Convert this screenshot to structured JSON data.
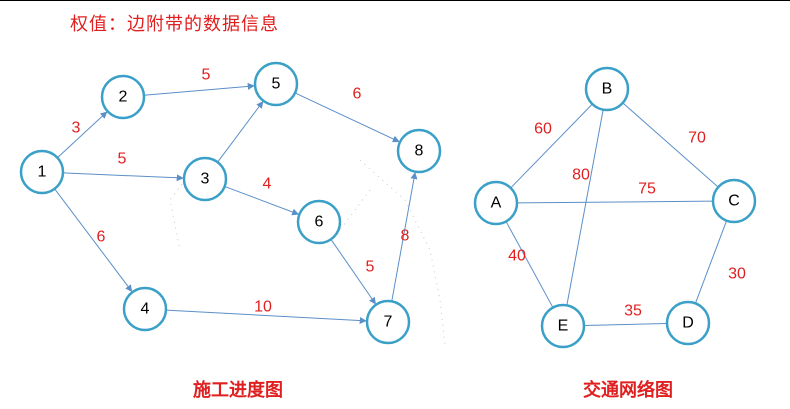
{
  "title": "权值：边附带的数据信息",
  "captions": {
    "left": "施工进度图",
    "right": "交通网络图"
  },
  "colors": {
    "node_stroke": "#3aa0c8",
    "edge": "#5b8fc8",
    "weight_text": "#e02020",
    "title_text": "#e02020"
  },
  "graphs": [
    {
      "name": "construction",
      "directed": true,
      "nodes": [
        {
          "id": "1",
          "label": "1"
        },
        {
          "id": "2",
          "label": "2"
        },
        {
          "id": "3",
          "label": "3"
        },
        {
          "id": "4",
          "label": "4"
        },
        {
          "id": "5",
          "label": "5"
        },
        {
          "id": "6",
          "label": "6"
        },
        {
          "id": "7",
          "label": "7"
        },
        {
          "id": "8",
          "label": "8"
        }
      ],
      "edges": [
        {
          "from": "1",
          "to": "2",
          "weight": "3"
        },
        {
          "from": "1",
          "to": "3",
          "weight": "5"
        },
        {
          "from": "1",
          "to": "4",
          "weight": "6"
        },
        {
          "from": "2",
          "to": "5",
          "weight": "5"
        },
        {
          "from": "3",
          "to": "5",
          "weight": ""
        },
        {
          "from": "3",
          "to": "6",
          "weight": "4"
        },
        {
          "from": "5",
          "to": "8",
          "weight": "6"
        },
        {
          "from": "6",
          "to": "7",
          "weight": "5"
        },
        {
          "from": "4",
          "to": "7",
          "weight": "10"
        },
        {
          "from": "7",
          "to": "8",
          "weight": "8"
        }
      ]
    },
    {
      "name": "traffic",
      "directed": false,
      "nodes": [
        {
          "id": "A",
          "label": "A"
        },
        {
          "id": "B",
          "label": "B"
        },
        {
          "id": "C",
          "label": "C"
        },
        {
          "id": "D",
          "label": "D"
        },
        {
          "id": "E",
          "label": "E"
        }
      ],
      "edges": [
        {
          "from": "A",
          "to": "B",
          "weight": "60"
        },
        {
          "from": "B",
          "to": "C",
          "weight": "70"
        },
        {
          "from": "A",
          "to": "C",
          "weight": "75"
        },
        {
          "from": "B",
          "to": "E",
          "weight": "80"
        },
        {
          "from": "A",
          "to": "E",
          "weight": "40"
        },
        {
          "from": "E",
          "to": "D",
          "weight": "35"
        },
        {
          "from": "C",
          "to": "D",
          "weight": "30"
        }
      ]
    }
  ]
}
